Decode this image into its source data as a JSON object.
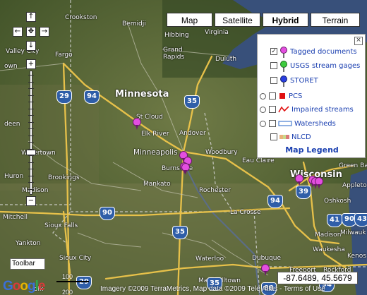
{
  "map_type": {
    "buttons": [
      "Map",
      "Satellite",
      "Hybrid",
      "Terrain"
    ],
    "active": "Hybrid"
  },
  "legend": {
    "items": [
      {
        "label": "Tagged documents",
        "checked": true,
        "radio": false,
        "icon": "magenta-pin-icon",
        "color": "#e34ee0"
      },
      {
        "label": "USGS stream gages",
        "checked": false,
        "radio": false,
        "icon": "green-pin-icon",
        "color": "#3ecb3e"
      },
      {
        "label": "STORET",
        "checked": false,
        "radio": false,
        "icon": "blue-pin-icon",
        "color": "#2b3fe0"
      },
      {
        "label": "PCS",
        "checked": false,
        "radio": true,
        "icon": "red-square-icon",
        "color": "#e01010"
      },
      {
        "label": "Impaired streams",
        "checked": false,
        "radio": true,
        "icon": "red-line-icon",
        "color": "#e01010"
      },
      {
        "label": "Watersheds",
        "checked": false,
        "radio": true,
        "icon": "blue-rect-icon",
        "color": "#4a7fd0"
      },
      {
        "label": "NLCD",
        "checked": false,
        "radio": false,
        "icon": "nlcd-swatch-icon",
        "color": "#e8b27a"
      }
    ],
    "title": "Map Legend",
    "close": "×"
  },
  "labels": {
    "places": [
      {
        "text": "Crookston",
        "cls": ""
      },
      {
        "text": "Bemidji",
        "cls": ""
      },
      {
        "text": "Hibbing",
        "cls": ""
      },
      {
        "text": "Virginia",
        "cls": ""
      },
      {
        "text": "Grand Rapids",
        "cls": ""
      },
      {
        "text": "Duluth",
        "cls": ""
      },
      {
        "text": "Valley City",
        "cls": ""
      },
      {
        "text": "Fargo",
        "cls": ""
      },
      {
        "text": "own",
        "cls": ""
      },
      {
        "text": "Minnesota",
        "cls": "big"
      },
      {
        "text": "St Cloud",
        "cls": ""
      },
      {
        "text": "Elk River",
        "cls": ""
      },
      {
        "text": "Andover",
        "cls": ""
      },
      {
        "text": "Minneapolis",
        "cls": "mid"
      },
      {
        "text": "Woodbury",
        "cls": ""
      },
      {
        "text": "Burnsville",
        "cls": ""
      },
      {
        "text": "Eau Claire",
        "cls": ""
      },
      {
        "text": "deen",
        "cls": ""
      },
      {
        "text": "Watertown",
        "cls": ""
      },
      {
        "text": "Brookings",
        "cls": ""
      },
      {
        "text": "Huron",
        "cls": ""
      },
      {
        "text": "Madison",
        "cls": ""
      },
      {
        "text": "Mankato",
        "cls": ""
      },
      {
        "text": "Rochester",
        "cls": ""
      },
      {
        "text": "La Crosse",
        "cls": ""
      },
      {
        "text": "Wisconsin",
        "cls": "big"
      },
      {
        "text": "Green Ba",
        "cls": ""
      },
      {
        "text": "Appleto",
        "cls": ""
      },
      {
        "text": "Oshkosh",
        "cls": ""
      },
      {
        "text": "Mitchell",
        "cls": ""
      },
      {
        "text": "Sioux Falls",
        "cls": ""
      },
      {
        "text": "Yankton",
        "cls": ""
      },
      {
        "text": "Sioux City",
        "cls": ""
      },
      {
        "text": "Waterloo",
        "cls": ""
      },
      {
        "text": "Dubuque",
        "cls": ""
      },
      {
        "text": "Marshalltown",
        "cls": ""
      },
      {
        "text": "Madison",
        "cls": ""
      },
      {
        "text": "Milwauk",
        "cls": ""
      },
      {
        "text": "Waukesha",
        "cls": ""
      },
      {
        "text": "Kenos",
        "cls": ""
      },
      {
        "text": "Rockford",
        "cls": ""
      },
      {
        "text": "Freeport",
        "cls": ""
      },
      {
        "text": "olk",
        "cls": ""
      }
    ],
    "shields": [
      {
        "text": "29",
        "red": false
      },
      {
        "text": "94",
        "red": false
      },
      {
        "text": "35",
        "red": false
      },
      {
        "text": "35",
        "red": false
      },
      {
        "text": "94",
        "red": false
      },
      {
        "text": "90",
        "red": false
      },
      {
        "text": "90",
        "red": false
      },
      {
        "text": "39",
        "red": false
      },
      {
        "text": "41",
        "red": false
      },
      {
        "text": "43",
        "red": false
      },
      {
        "text": "94",
        "red": false
      },
      {
        "text": "29",
        "red": false
      },
      {
        "text": "35",
        "red": false
      },
      {
        "text": "80",
        "red": false
      }
    ]
  },
  "controls": {
    "toolbar": "Toolbar",
    "coords": "-87.6489, 45.5679",
    "scale_top": "100",
    "scale_bottom": "200 km",
    "attribution": "Imagery ©2009 TerraMetrics, Map data ©2009 Tele Atlas - Terms of Use",
    "logo": "Google",
    "nav_up": "↑",
    "nav_down": "↓",
    "nav_left": "←",
    "nav_right": "→",
    "nav_center": "✥",
    "zoom_in": "+",
    "zoom_out": "−"
  },
  "colors": {
    "terrain_dark": "#4d5e2f",
    "terrain_light": "#6e7d4a",
    "lake": "#38507a",
    "road": "#e7c14a",
    "legend_text": "#1a3fb0",
    "pin": "#e34ee0"
  }
}
